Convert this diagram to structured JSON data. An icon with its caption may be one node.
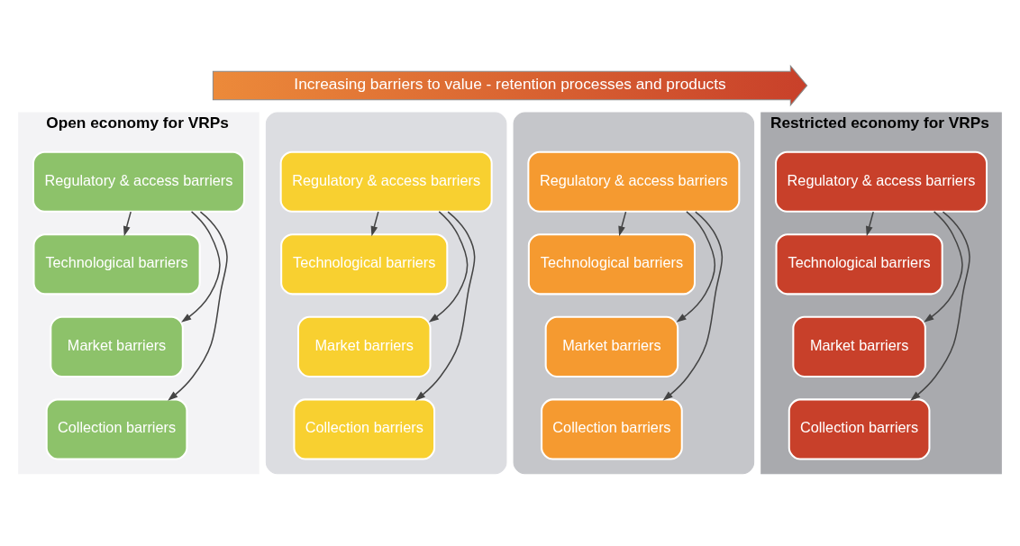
{
  "diagram": {
    "nodes": [
      {
        "text": [
          "Open economy for VRPs"
        ]
      },
      {
        "text": [
          "Regulatory & access barriers"
        ],
        "in": 0
      },
      {
        "text": [
          "Technological barriers"
        ],
        "in": 0
      },
      {
        "text": [
          "Market barriers"
        ],
        "in": 0
      },
      {
        "text": [
          "Collection barriers"
        ],
        "in": 0
      },
      {
        "text": [],
        "shape": "box"
      },
      {
        "text": [
          "Regulatory & access barriers"
        ],
        "in": 5
      },
      {
        "text": [
          "Technological barriers"
        ],
        "in": 5
      },
      {
        "text": [
          "Market barriers"
        ],
        "in": 5
      },
      {
        "text": [
          "Collection barriers"
        ],
        "in": 5
      },
      {
        "text": [],
        "shape": "box"
      },
      {
        "text": [
          "Regulatory & access barriers"
        ],
        "in": 10
      },
      {
        "text": [
          "Technological barriers"
        ],
        "in": 10
      },
      {
        "text": [
          "Market barriers"
        ],
        "in": 10
      },
      {
        "text": [
          "Collection barriers"
        ],
        "in": 10
      },
      {
        "text": [
          "Restricted economy for VRPs"
        ]
      },
      {
        "text": [
          "Regulatory & access barriers"
        ],
        "in": 15
      },
      {
        "text": [
          "Technological barriers"
        ],
        "in": 15
      },
      {
        "text": [
          "Market barriers"
        ],
        "in": 15
      },
      {
        "text": [
          "Collection barriers"
        ],
        "in": 15
      },
      {
        "text": [
          "Increasing barriers to value - retention processes and products"
        ]
      }
    ],
    "edges": [
      {
        "from": 1,
        "to": 2,
        "arrow": "to"
      },
      {
        "from": 1,
        "to": 3,
        "arrow": "to"
      },
      {
        "from": 1,
        "to": 4,
        "arrow": "to"
      },
      {
        "from": 6,
        "to": 7,
        "arrow": "to"
      },
      {
        "from": 6,
        "to": 8,
        "arrow": "to"
      },
      {
        "from": 6,
        "to": 9,
        "arrow": "to"
      },
      {
        "from": 11,
        "to": 12,
        "arrow": "to"
      },
      {
        "from": 11,
        "to": 13,
        "arrow": "to"
      },
      {
        "from": 11,
        "to": 14,
        "arrow": "to"
      },
      {
        "from": 16,
        "to": 17,
        "arrow": "to"
      },
      {
        "from": 16,
        "to": 18,
        "arrow": "to"
      },
      {
        "from": 16,
        "to": 19,
        "arrow": "to"
      }
    ]
  }
}
